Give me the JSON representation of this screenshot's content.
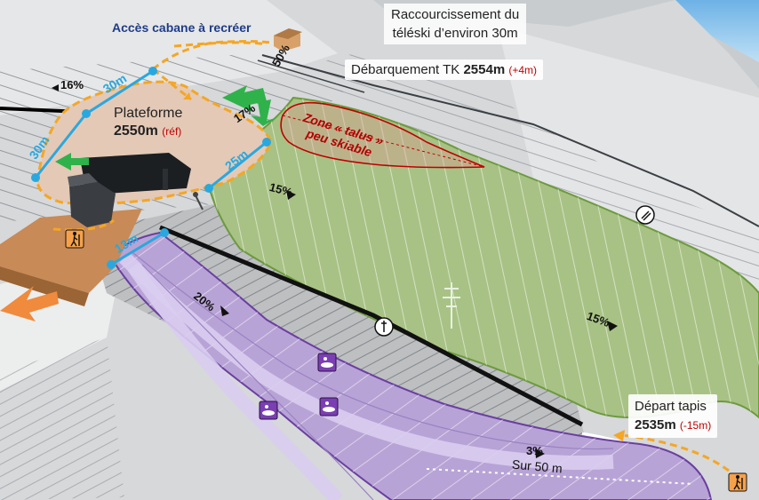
{
  "labels": {
    "acces_cabane": "Accès cabane à recréer",
    "raccourcissement_line1": "Raccourcissement du",
    "raccourcissement_line2": "téléski d’environ  30m",
    "debarquement_text": "Débarquement TK ",
    "debarquement_alt": "2554m",
    "debarquement_delta": "(+4m)",
    "plateforme_name": "Plateforme",
    "plateforme_alt": "2550m",
    "plateforme_delta": "(réf)",
    "zone_line1": "Zone « talus »",
    "zone_line2": "peu skiable",
    "depart_name": "Départ tapis",
    "depart_alt": "2535m",
    "depart_delta": "(-15m)",
    "sur_50m": "Sur 50 m"
  },
  "slopes": {
    "s16": "16%",
    "s50": "50%",
    "s17": "17%",
    "s15a": "15%",
    "s20": "20%",
    "s15b": "15%",
    "s3": "3%"
  },
  "measures": {
    "m30_top": "30m",
    "m30_left": "30m",
    "m25": "25m",
    "m13": "13m"
  },
  "colors": {
    "platform_fill": "#e3c9b6",
    "path_orange": "#f5a623",
    "measure_blue": "#29a8df",
    "green_zone": "#a8c285",
    "purple_zone": "#b8a3d6",
    "red_zone": "#c00000",
    "arrow_green": "#2fb24a",
    "arrow_orange": "#f08a3c"
  },
  "icons": [
    "hiker-icon",
    "skier-icon",
    "snowtubing-icon",
    "ski-lift-sign-icon",
    "cabin-icon",
    "restaurant-building-icon",
    "tree-icon"
  ]
}
